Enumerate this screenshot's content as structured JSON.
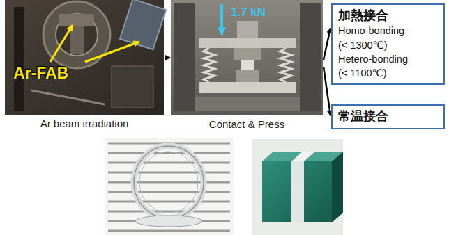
{
  "diagram": {
    "nodes": [
      {
        "text": [
          "Ar-FAB",
          "Ar beam irradiation"
        ]
      },
      {
        "text": [
          "1.7 kN",
          "Contact & Press"
        ]
      },
      {
        "text": [
          "加熱接合",
          "Homo-bonding",
          "(< 1300℃)",
          "Hetero-bonding",
          "(< 1100℃)"
        ]
      },
      {
        "text": [
          "常温接合"
        ]
      }
    ],
    "edges": [
      {
        "from": 0,
        "to": 1,
        "arrow": "to"
      },
      {
        "from": 1,
        "to": 2,
        "arrow": "to"
      },
      {
        "from": 1,
        "to": 3,
        "arrow": "to"
      }
    ]
  }
}
